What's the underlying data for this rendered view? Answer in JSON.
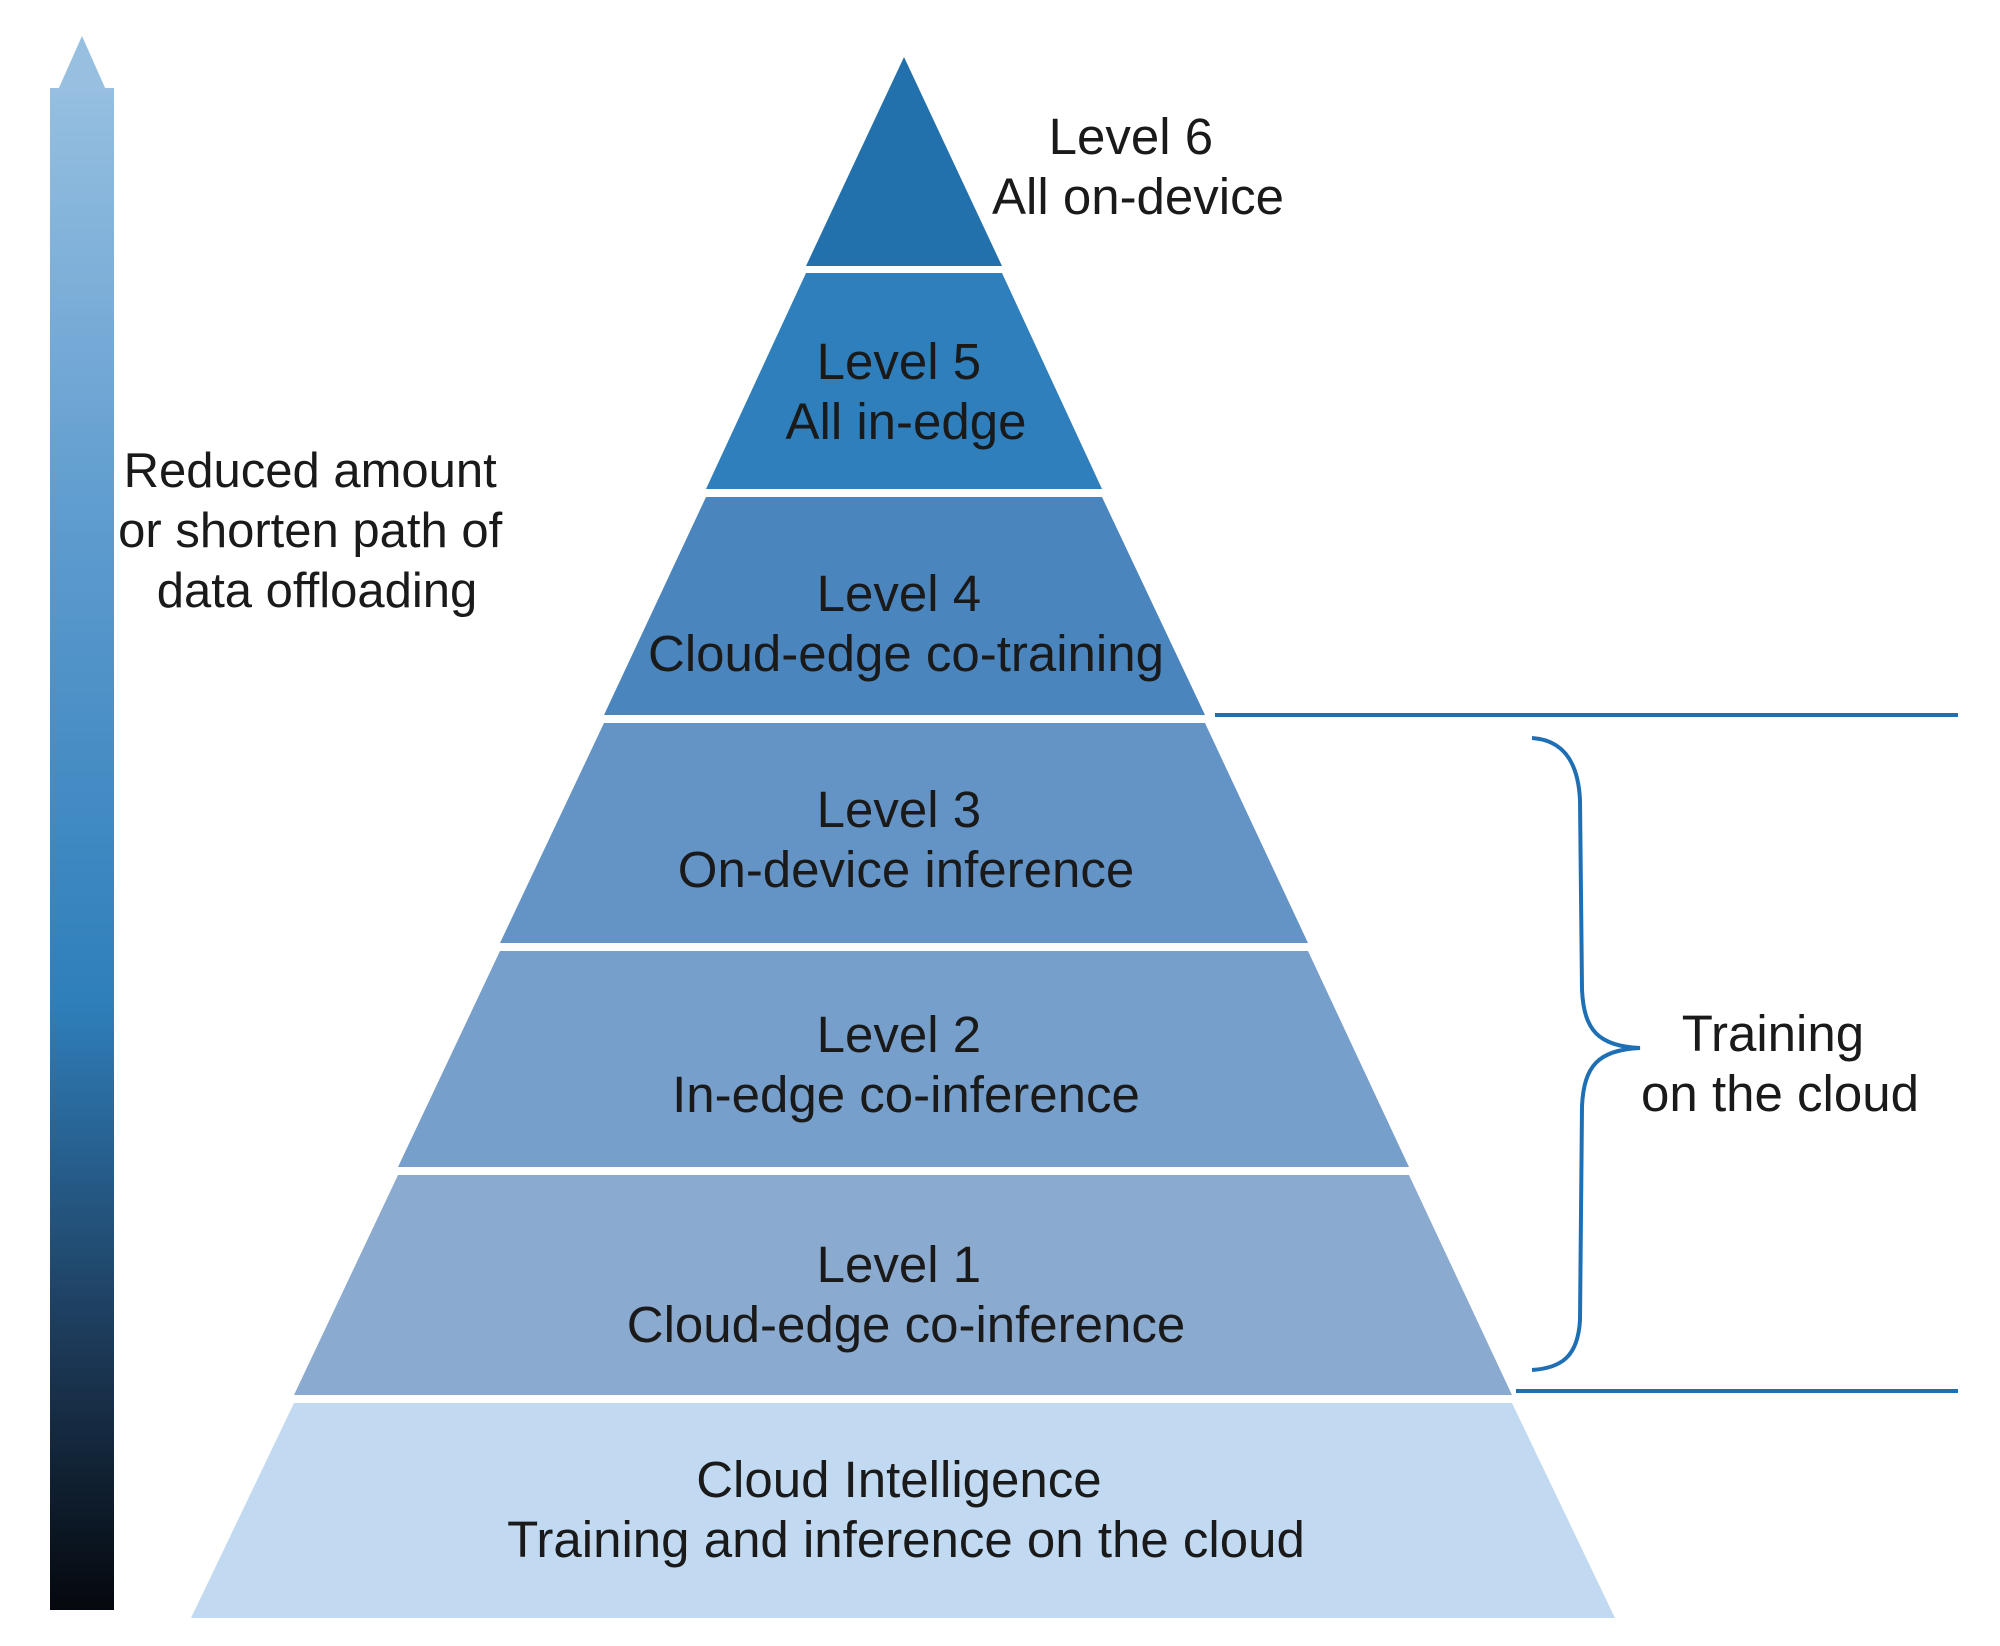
{
  "arrow": {
    "label_lines": [
      "Reduced amount",
      "or shorten path of",
      "data offloading"
    ]
  },
  "pyramid": {
    "levels": [
      {
        "title": "Level 6",
        "subtitle": "All on-device",
        "color": "#2271ad"
      },
      {
        "title": "Level 5",
        "subtitle": "All in-edge",
        "color": "#2e7fbb"
      },
      {
        "title": "Level 4",
        "subtitle": "Cloud-edge co-training",
        "color": "#4a85bd"
      },
      {
        "title": "Level 3",
        "subtitle": "On-device inference",
        "color": "#6494c5"
      },
      {
        "title": "Level 2",
        "subtitle": "In-edge co-inference",
        "color": "#779fcb"
      },
      {
        "title": "Level 1",
        "subtitle": "Cloud-edge co-inference",
        "color": "#8baad0"
      },
      {
        "title": "Cloud Intelligence",
        "subtitle": "Training and inference on the cloud",
        "color": "#c2daf1"
      }
    ]
  },
  "bracket": {
    "label_lines": [
      "Training",
      "on the cloud"
    ],
    "color": "#1f6fb5"
  }
}
